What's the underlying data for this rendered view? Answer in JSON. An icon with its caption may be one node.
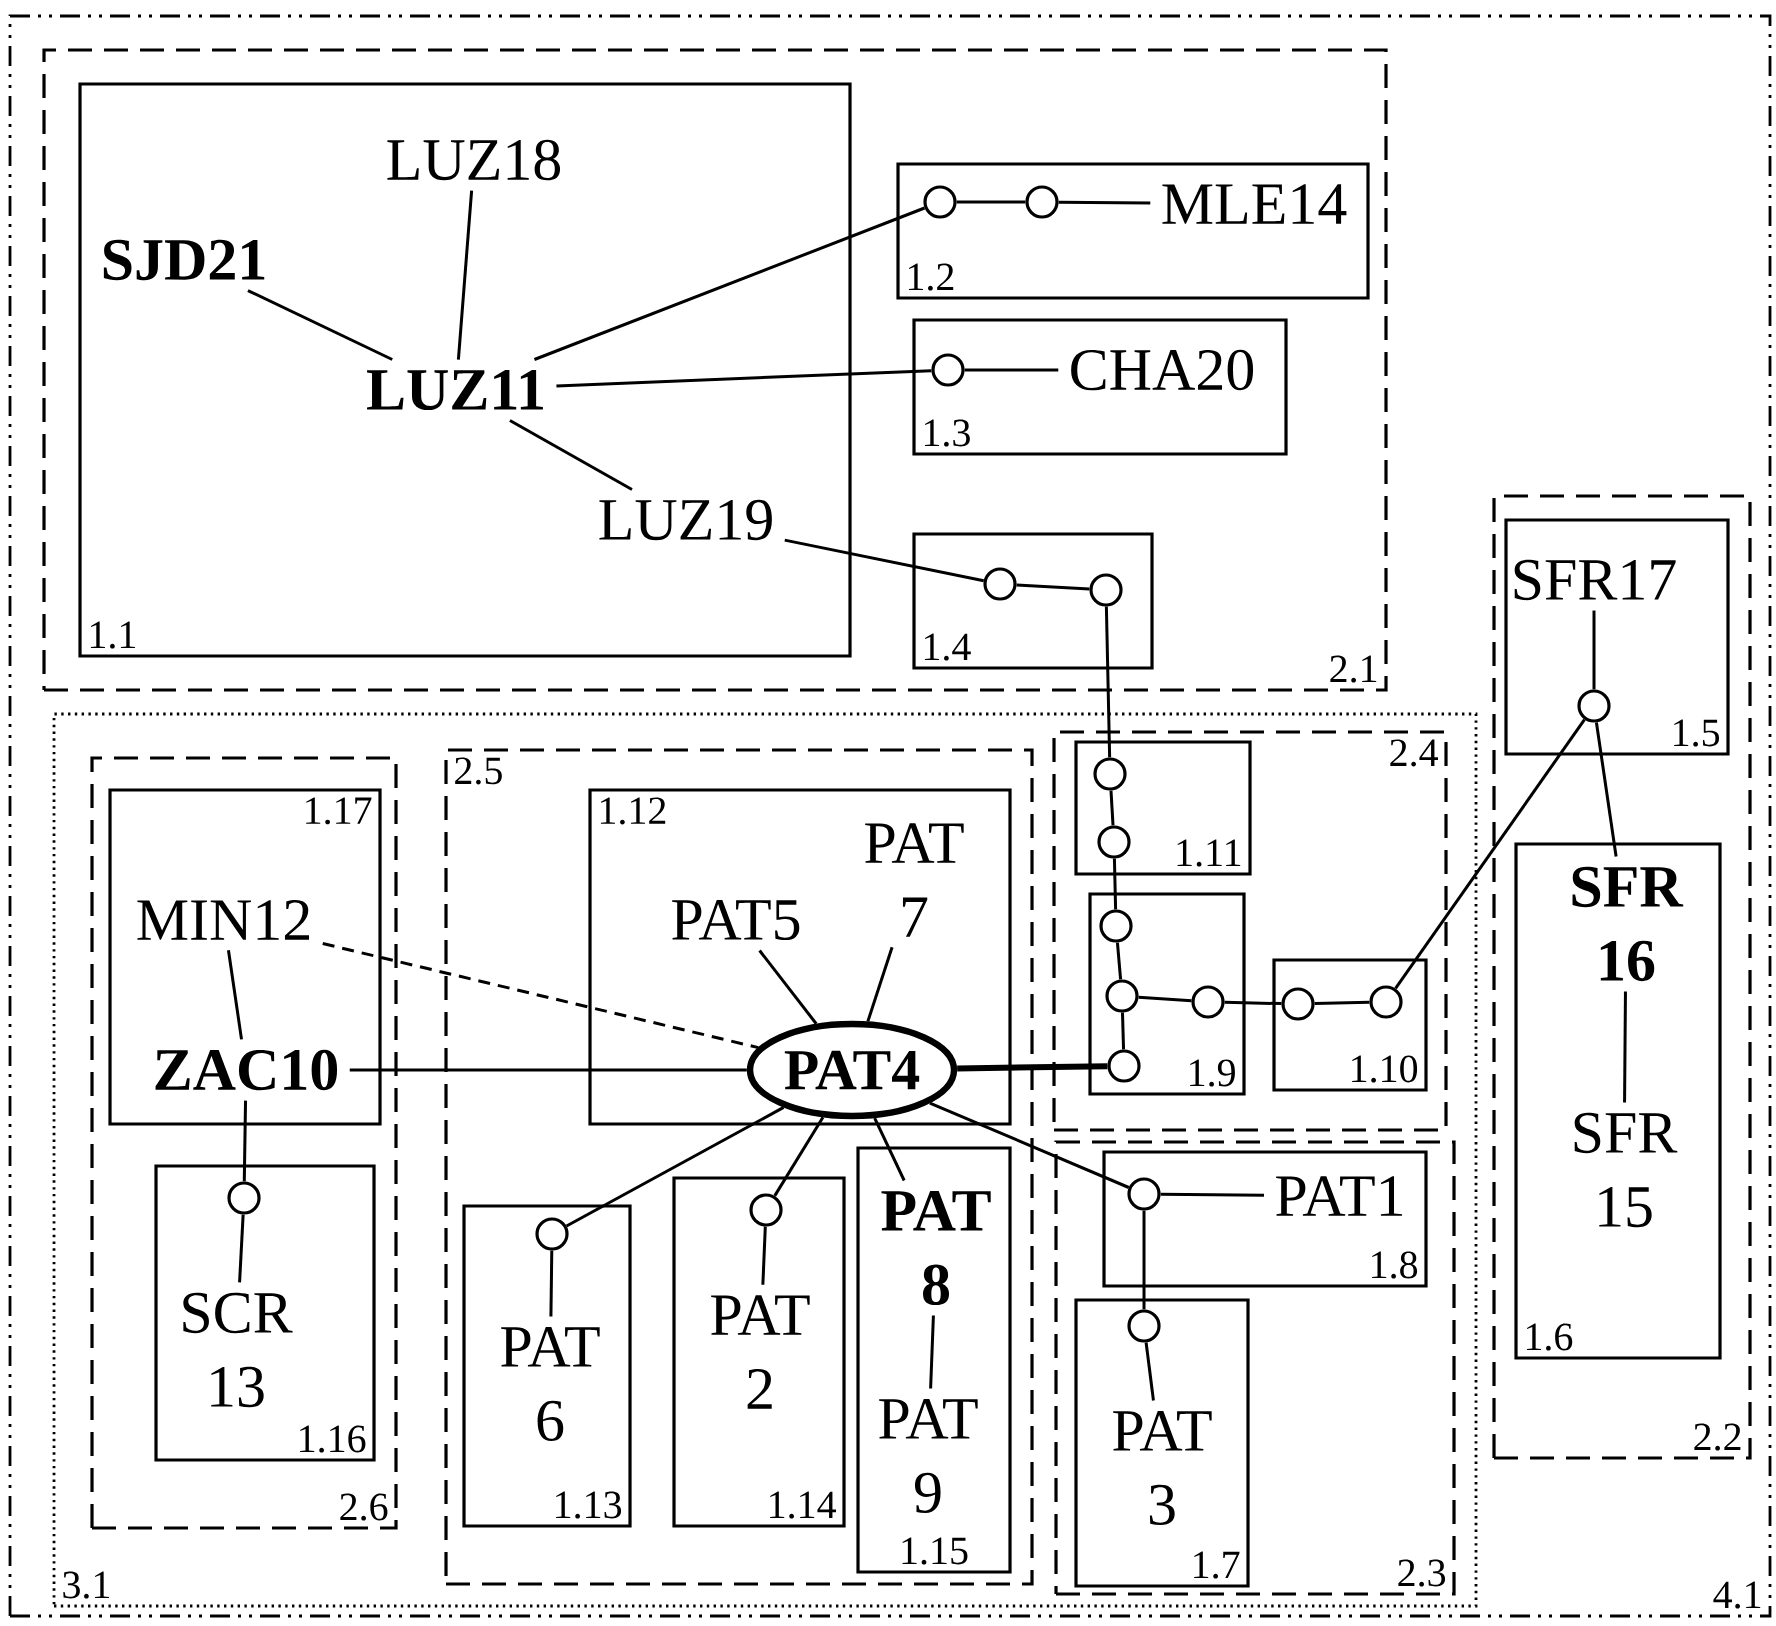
{
  "diagram": {
    "nodes": [
      {
        "text": [
          "4.1"
        ]
      },
      {
        "text": [
          "2.1"
        ],
        "in": 0
      },
      {
        "text": [
          "1.1"
        ],
        "in": 1
      },
      {
        "text": [
          "SJD21"
        ],
        "in": 2
      },
      {
        "text": [
          "LUZ18"
        ],
        "in": 2
      },
      {
        "text": [
          "LUZ11"
        ],
        "in": 2
      },
      {
        "text": [
          "LUZ19"
        ],
        "in": 2
      },
      {
        "text": [
          "1.2"
        ],
        "in": 1
      },
      {
        "text": [],
        "shape": "circle",
        "in": 7
      },
      {
        "text": [],
        "shape": "circle",
        "in": 7
      },
      {
        "text": [
          "MLE14"
        ],
        "in": 7
      },
      {
        "text": [
          "1.3"
        ],
        "in": 1
      },
      {
        "text": [],
        "shape": "circle",
        "in": 11
      },
      {
        "text": [
          "CHA20"
        ],
        "in": 11
      },
      {
        "text": [
          "1.4"
        ],
        "in": 1
      },
      {
        "text": [],
        "shape": "circle",
        "in": 14
      },
      {
        "text": [],
        "shape": "circle",
        "in": 14
      },
      {
        "text": [
          "2.2"
        ],
        "in": 0
      },
      {
        "text": [
          "1.5"
        ],
        "in": 17
      },
      {
        "text": [
          "SFR17"
        ],
        "in": 18
      },
      {
        "text": [],
        "shape": "circle",
        "in": 18
      },
      {
        "text": [
          "1.6"
        ],
        "in": 17
      },
      {
        "text": [
          "SFR 16"
        ],
        "in": 21
      },
      {
        "text": [
          "SFR 15"
        ],
        "in": 21
      },
      {
        "text": [
          "3.1"
        ],
        "in": 0
      },
      {
        "text": [
          "2.6"
        ],
        "in": 24
      },
      {
        "text": [
          "1.17"
        ],
        "in": 25
      },
      {
        "text": [
          "MIN12"
        ],
        "in": 26
      },
      {
        "text": [
          "ZAC10"
        ],
        "in": 26
      },
      {
        "text": [
          "1.16"
        ],
        "in": 25
      },
      {
        "text": [],
        "shape": "circle",
        "in": 29
      },
      {
        "text": [
          "SCR 13"
        ],
        "in": 29
      },
      {
        "text": [
          "2.5"
        ],
        "in": 24
      },
      {
        "text": [
          "1.12"
        ],
        "in": 32
      },
      {
        "text": [
          "PAT5"
        ],
        "in": 33
      },
      {
        "text": [
          "PAT 7"
        ],
        "in": 33
      },
      {
        "text": [
          "PAT4"
        ],
        "in": 33
      },
      {
        "text": [
          "1.13"
        ],
        "in": 32
      },
      {
        "text": [],
        "shape": "circle",
        "in": 37
      },
      {
        "text": [
          "PAT 6"
        ],
        "in": 37
      },
      {
        "text": [
          "1.14"
        ],
        "in": 32
      },
      {
        "text": [],
        "shape": "circle",
        "in": 40
      },
      {
        "text": [
          "PAT 2"
        ],
        "in": 40
      },
      {
        "text": [
          "1.15"
        ],
        "in": 32
      },
      {
        "text": [
          "PAT 8"
        ],
        "in": 43
      },
      {
        "text": [
          "PAT 9"
        ],
        "in": 43
      },
      {
        "text": [
          "2.4"
        ],
        "in": 24
      },
      {
        "text": [
          "1.11"
        ],
        "in": 46
      },
      {
        "text": [],
        "shape": "circle",
        "in": 47
      },
      {
        "text": [],
        "shape": "circle",
        "in": 47
      },
      {
        "text": [
          "1.9"
        ],
        "in": 46
      },
      {
        "text": [],
        "shape": "circle",
        "in": 50
      },
      {
        "text": [],
        "shape": "circle",
        "in": 50
      },
      {
        "text": [],
        "shape": "circle",
        "in": 50
      },
      {
        "text": [],
        "shape": "circle",
        "in": 50
      },
      {
        "text": [
          "1.10"
        ],
        "in": 46
      },
      {
        "text": [],
        "shape": "circle",
        "in": 55
      },
      {
        "text": [],
        "shape": "circle",
        "in": 55
      },
      {
        "text": [
          "2.3"
        ],
        "in": 24
      },
      {
        "text": [
          "1.8"
        ],
        "in": 58
      },
      {
        "text": [],
        "shape": "circle",
        "in": 59
      },
      {
        "text": [
          "PAT1"
        ],
        "in": 59
      },
      {
        "text": [
          "1.7"
        ],
        "in": 58
      },
      {
        "text": [],
        "shape": "circle",
        "in": 62
      },
      {
        "text": [
          "PAT 3"
        ],
        "in": 62
      }
    ],
    "edges": [
      {
        "from": 3,
        "to": 5,
        "arrow": "none"
      },
      {
        "from": 4,
        "to": 5,
        "arrow": "none"
      },
      {
        "from": 5,
        "to": 6,
        "arrow": "none"
      },
      {
        "from": 5,
        "to": 8,
        "arrow": "none"
      },
      {
        "from": 8,
        "to": 9,
        "arrow": "none"
      },
      {
        "from": 9,
        "to": 10,
        "arrow": "none"
      },
      {
        "from": 5,
        "to": 12,
        "arrow": "none"
      },
      {
        "from": 12,
        "to": 13,
        "arrow": "none"
      },
      {
        "from": 6,
        "to": 15,
        "arrow": "none"
      },
      {
        "from": 15,
        "to": 16,
        "arrow": "none"
      },
      {
        "from": 16,
        "to": 48,
        "arrow": "none"
      },
      {
        "from": 48,
        "to": 49,
        "arrow": "none"
      },
      {
        "from": 49,
        "to": 51,
        "arrow": "none"
      },
      {
        "from": 51,
        "to": 52,
        "arrow": "none"
      },
      {
        "from": 52,
        "to": 54,
        "arrow": "none"
      },
      {
        "from": 52,
        "to": 53,
        "arrow": "none"
      },
      {
        "from": 53,
        "to": 56,
        "arrow": "none"
      },
      {
        "from": 56,
        "to": 57,
        "arrow": "none"
      },
      {
        "from": 57,
        "to": 20,
        "arrow": "none"
      },
      {
        "from": 19,
        "to": 20,
        "arrow": "none"
      },
      {
        "from": 20,
        "to": 22,
        "arrow": "none"
      },
      {
        "from": 22,
        "to": 23,
        "arrow": "none"
      },
      {
        "from": 36,
        "to": 54,
        "arrow": "none",
        "style": "thick"
      },
      {
        "from": 28,
        "to": 36,
        "arrow": "none"
      },
      {
        "from": 27,
        "to": 36,
        "arrow": "none",
        "style": "dashed"
      },
      {
        "from": 27,
        "to": 28,
        "arrow": "none"
      },
      {
        "from": 28,
        "to": 30,
        "arrow": "none"
      },
      {
        "from": 30,
        "to": 31,
        "arrow": "none"
      },
      {
        "from": 34,
        "to": 36,
        "arrow": "none"
      },
      {
        "from": 35,
        "to": 36,
        "arrow": "none"
      },
      {
        "from": 36,
        "to": 38,
        "arrow": "none"
      },
      {
        "from": 38,
        "to": 39,
        "arrow": "none"
      },
      {
        "from": 36,
        "to": 41,
        "arrow": "none"
      },
      {
        "from": 41,
        "to": 42,
        "arrow": "none"
      },
      {
        "from": 36,
        "to": 44,
        "arrow": "none"
      },
      {
        "from": 44,
        "to": 45,
        "arrow": "none"
      },
      {
        "from": 36,
        "to": 60,
        "arrow": "none"
      },
      {
        "from": 60,
        "to": 61,
        "arrow": "none"
      },
      {
        "from": 60,
        "to": 63,
        "arrow": "none"
      },
      {
        "from": 63,
        "to": 64,
        "arrow": "none"
      }
    ]
  }
}
